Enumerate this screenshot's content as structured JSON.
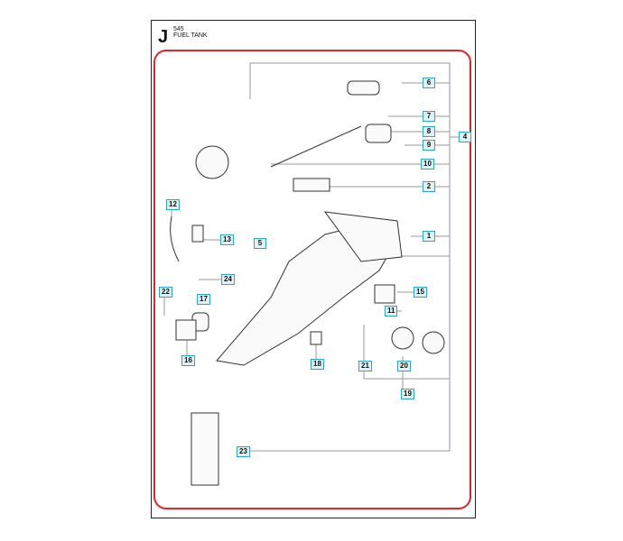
{
  "header": {
    "letter": "J",
    "model": "545",
    "title": "FUEL TANK"
  },
  "callouts": {
    "c6": "6",
    "c7": "7",
    "c8": "8",
    "c9": "9",
    "c4": "4",
    "c10": "10",
    "c2": "2",
    "c1": "1",
    "c12": "12",
    "c13": "13",
    "c5": "5",
    "c24": "24",
    "c15": "15",
    "c17": "17",
    "c22": "22",
    "c11": "11",
    "c16": "16",
    "c18": "18",
    "c21": "21",
    "c20": "20",
    "c19": "19",
    "c23": "23"
  },
  "colors": {
    "highlight": "#e8202a",
    "callout_border": "#29a7c4",
    "callout_fill": "#dff3f7"
  }
}
